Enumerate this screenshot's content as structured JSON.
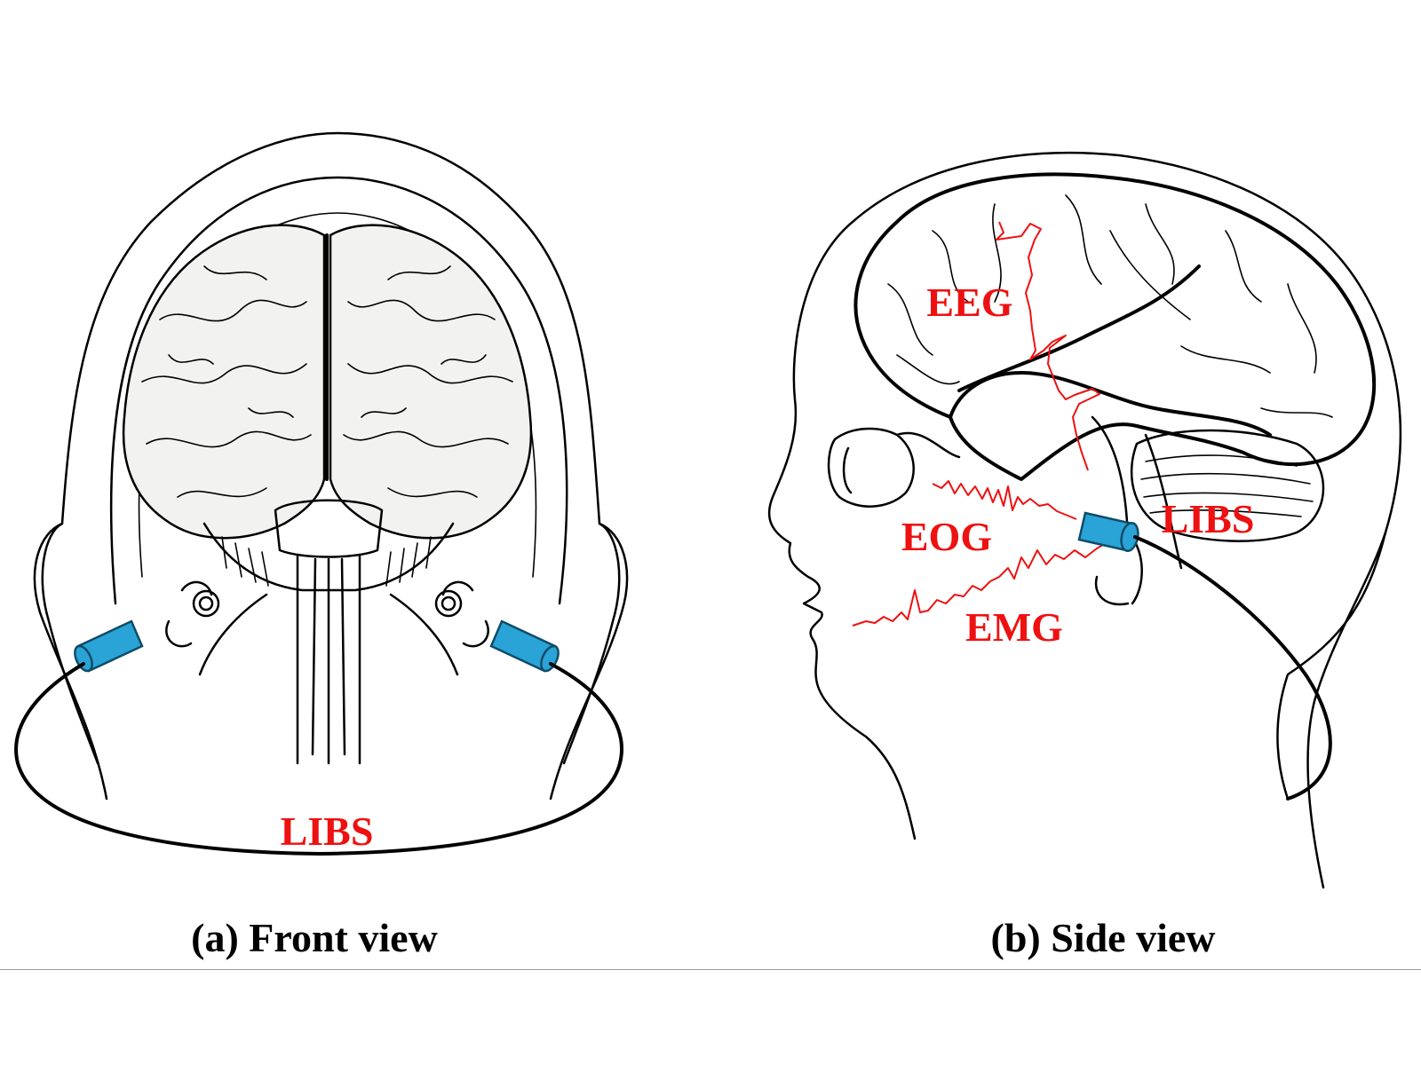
{
  "front_view": {
    "caption": "(a) Front view",
    "device_label": "LIBS"
  },
  "side_view": {
    "caption": "(b) Side view",
    "device_label": "LIBS",
    "signals": {
      "eeg": "EEG",
      "eog": "EOG",
      "emg": "EMG"
    }
  },
  "colors": {
    "label_red": "#ee1111",
    "earpiece_blue": "#2aa3d6",
    "brain_fill": "#f2f3f1"
  }
}
